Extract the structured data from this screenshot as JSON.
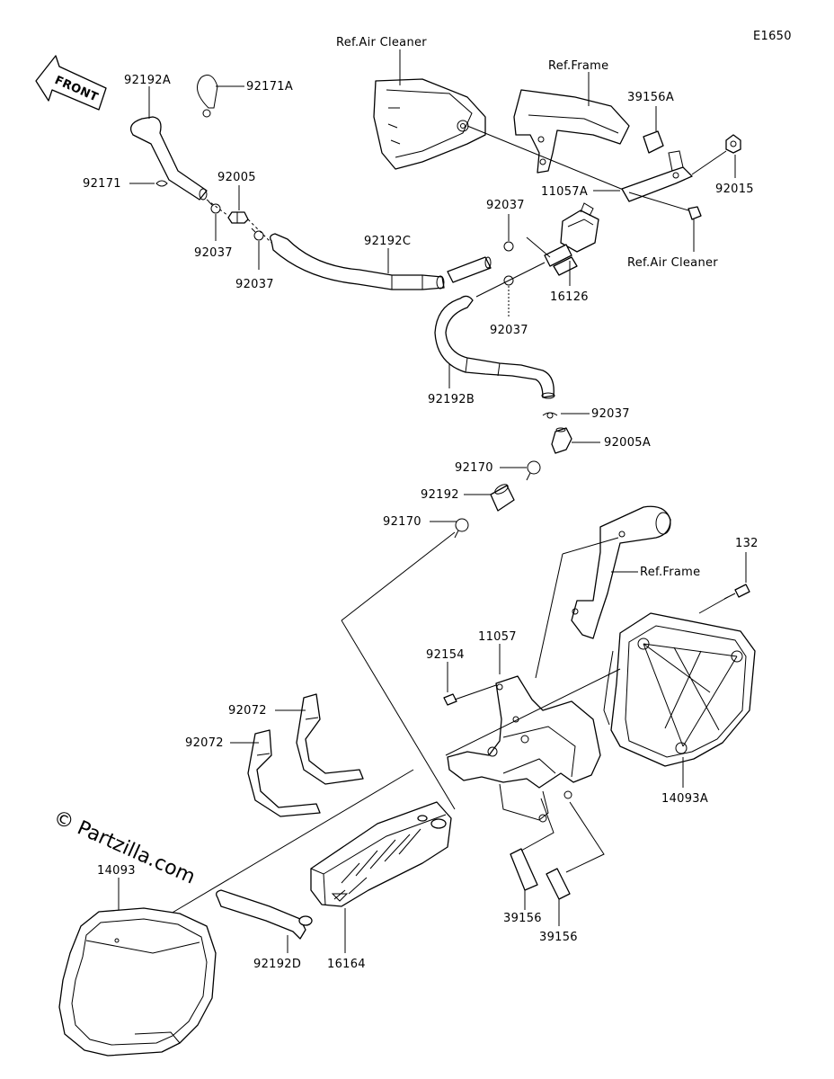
{
  "diagram": {
    "code": "E1650",
    "front_label": "FRONT",
    "watermark": "© Partzilla.com",
    "refs": {
      "air_cleaner_top": "Ref.Air Cleaner",
      "frame_top": "Ref.Frame",
      "air_cleaner_right": "Ref.Air Cleaner",
      "frame_mid": "Ref.Frame"
    },
    "parts": {
      "p92192A": "92192A",
      "p92171A": "92171A",
      "p92171": "92171",
      "p92005": "92005",
      "p92037_a": "92037",
      "p92037_b": "92037",
      "p92192C": "92192C",
      "p92037_c": "92037",
      "p39156A": "39156A",
      "p11057A": "11057A",
      "p92015": "92015",
      "p16126": "16126",
      "p92037_d": "92037",
      "p92192B": "92192B",
      "p92037_e": "92037",
      "p92005A": "92005A",
      "p92170_a": "92170",
      "p92192": "92192",
      "p92170_b": "92170",
      "p132": "132",
      "p11057": "11057",
      "p92154": "92154",
      "p92072_a": "92072",
      "p92072_b": "92072",
      "p14093A": "14093A",
      "p14093": "14093",
      "p39156_a": "39156",
      "p39156_b": "39156",
      "p92192D": "92192D",
      "p16164": "16164"
    }
  }
}
